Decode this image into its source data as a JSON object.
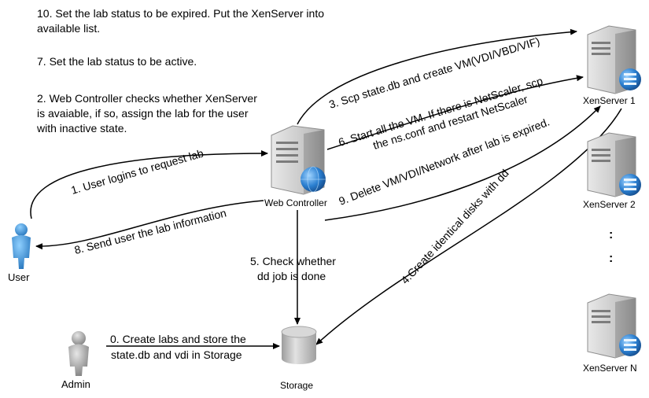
{
  "notes": {
    "step10_line1": "10. Set the lab status to be expired. Put the XenServer into",
    "step10_line2": "available list.",
    "step7": "7. Set the lab status to be active.",
    "step2_line1": "2. Web Controller checks whether XenServer",
    "step2_line2": "is avaiable, if so, assign the lab for the user",
    "step2_line3": "with inactive state."
  },
  "nodes": {
    "user": "User",
    "admin": "Admin",
    "web_controller": "Web Controller",
    "storage": "Storage",
    "xenserver_1": "XenServer 1",
    "xenserver_2": "XenServer 2",
    "xenserver_n": "XenServer N",
    "ellipsis": ":"
  },
  "edges": {
    "step0_line1": "0. Create labs and store the",
    "step0_line2": "state.db and vdi in Storage",
    "step1": "1. User logins to request lab",
    "step3": "3. Scp state.db and create VM(VDI/VBD/VIF)",
    "step4": "4.Create identical disks with dd",
    "step5_line1": "5. Check whether",
    "step5_line2": "dd job is done",
    "step6_line1": "6. Start all the VM. If there is NetScaler, scp",
    "step6_line2": "the ns.conf and restart NetScaler",
    "step8": "8. Send user the lab information",
    "step9": "9. Delete VM/VDI/Network after lab is expired."
  },
  "colors": {
    "server_body": "#c9c9c9",
    "globe_blue": "#2b7fd0",
    "person_blue": "#2f8fd8",
    "person_gray": "#9a9a9a",
    "storage_gray": "#c4c4c4",
    "line": "#000000"
  }
}
